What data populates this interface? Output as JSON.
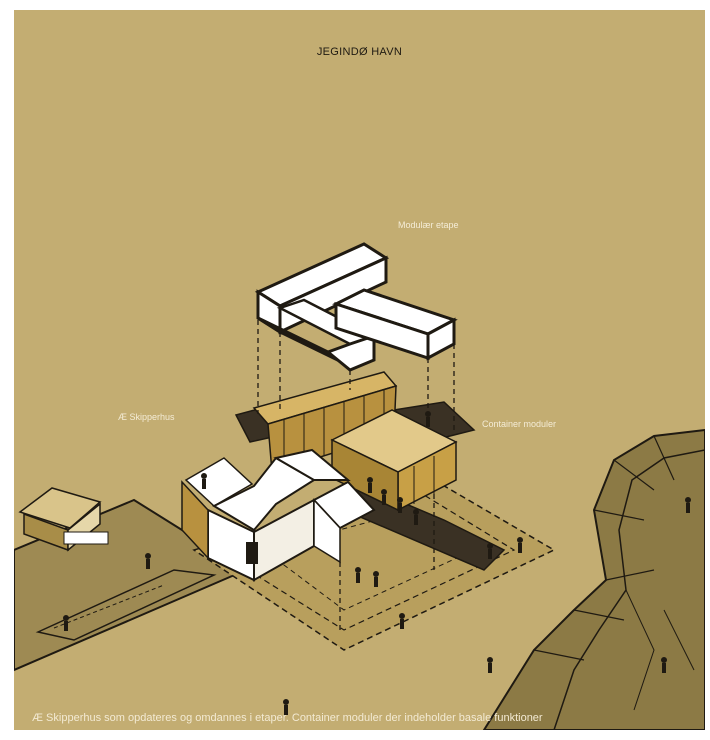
{
  "title": "JEGINDØ HAVN",
  "labels": {
    "modular": "Modulær etape",
    "skipperhus": "Æ Skipperhus",
    "container": "Container moduler"
  },
  "caption": "Æ Skipperhus som opdateres og omdannes i etaper. Container moduler der indeholder basale funktioner",
  "colors": {
    "background": "#c3ad72",
    "ink": "#1f1a12",
    "white_volume": "#ffffff",
    "wood": "#c8a046",
    "dark_ground": "#8c7a45",
    "label_text": "#f4ecd6"
  }
}
